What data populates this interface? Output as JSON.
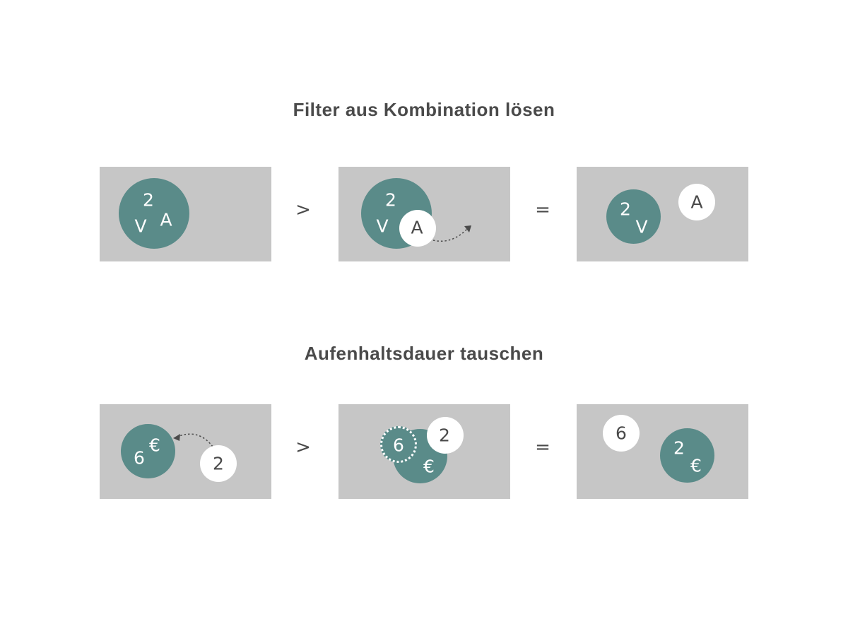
{
  "sections": [
    {
      "title": "Filter aus Kombination lösen",
      "operators": {
        "first": ">",
        "second": "="
      },
      "panel1": {
        "top": "2",
        "bottom_left": "V",
        "bottom_right": "A"
      },
      "panel2": {
        "top": "2",
        "bottom_left": "V",
        "removed": "A"
      },
      "panel3": {
        "top": "2",
        "bottom": "V",
        "separated": "A"
      }
    },
    {
      "title": "Aufenhaltsdauer tauschen",
      "operators": {
        "first": ">",
        "second": "="
      },
      "panel1": {
        "left": "6",
        "right": "€",
        "incoming": "2"
      },
      "panel2": {
        "old": "6",
        "new": "2",
        "unit": "€"
      },
      "panel3": {
        "removed": "6",
        "value": "2",
        "unit": "€"
      }
    }
  ],
  "colors": {
    "panel": "#c6c6c6",
    "filter_circle": "#5a8b89",
    "value_circle": "#ffffff",
    "text": "#4a4a4a"
  },
  "icons": [
    "dotted-arrow-icon"
  ]
}
